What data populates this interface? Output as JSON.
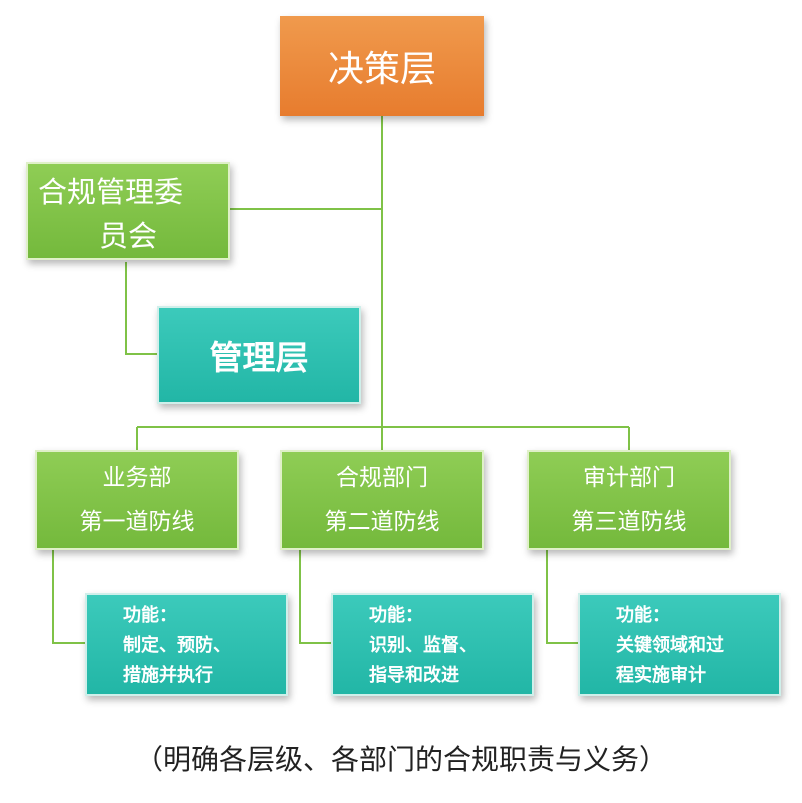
{
  "decision_layer": "决策层",
  "committee": {
    "line1": "合规管理委",
    "line2": "员会"
  },
  "management_layer": "管理层",
  "departments": [
    {
      "name": "业务部",
      "line": "第一道防线",
      "function": {
        "title": "功能：",
        "line1": "制定、预防、",
        "line2": "措施并执行"
      }
    },
    {
      "name": "合规部门",
      "line": "第二道防线",
      "function": {
        "title": "功能：",
        "line1": "识别、监督、",
        "line2": "指导和改进"
      }
    },
    {
      "name": "审计部门",
      "line": "第三道防线",
      "function": {
        "title": "功能：",
        "line1": "关键领域和过",
        "line2": "程实施审计"
      }
    }
  ],
  "caption": "（明确各层级、各部门的合规职责与义务）",
  "colors": {
    "orange": "#e77c2e",
    "green": "#7fc247",
    "teal": "#2bbfae",
    "line": "#7fc247"
  }
}
